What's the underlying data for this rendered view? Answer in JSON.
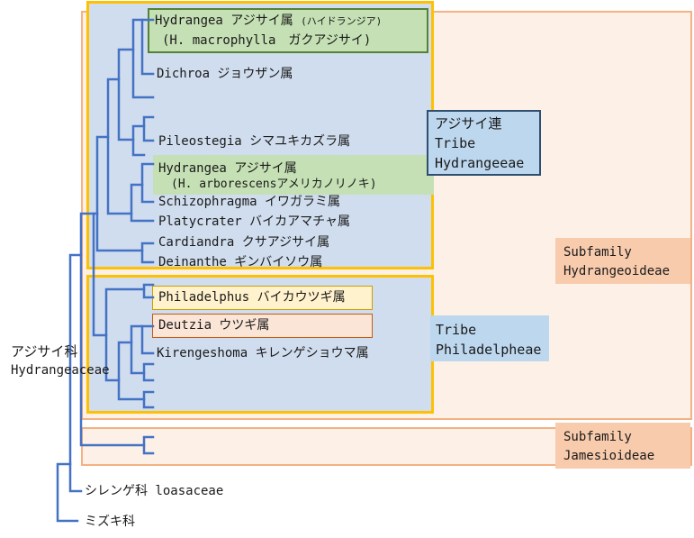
{
  "colors": {
    "branch": "#4472c4",
    "subfamily_border": "#f4b183",
    "subfamily_fill": "#fdf1e7",
    "tribe_border": "#ffc000",
    "tribe_fill": "#d0ddee",
    "label_green": "#c5e0b4",
    "label_green_border": "#548235",
    "label_yellow": "#fff2cc",
    "label_peach": "#fbe5d6",
    "tribe_tag": "#bdd7ee",
    "subfamily_tag": "#f8cbad"
  },
  "genera": {
    "hydrangea_1": {
      "name": "Hydrangea アジサイ属",
      "note": "(ハイドランジア)",
      "species": "(H. macrophylla　ガクアジサイ)"
    },
    "dichroa": "Dichroa ジョウザン属",
    "pileostegia": "Pileostegia シマユキカズラ属",
    "hydrangea_2": {
      "name": "Hydrangea アジサイ属",
      "species": "(H. arborescensアメリカノリノキ)"
    },
    "schizophragma": "Schizophragma イワガラミ属",
    "platycrater": "Platycrater バイカアマチャ属",
    "cardiandra": "Cardiandra クサアジサイ属",
    "deinanthe": "Deinanthe ギンバイソウ属",
    "philadelphus": "Philadelphus バイカウツギ属",
    "deutzia": "Deutzia ウツギ属",
    "kirengeshoma": "Kirengeshoma キレンゲショウマ属"
  },
  "groups": {
    "tribe_hydrangeeae": {
      "line1": "アジサイ連",
      "line2": "Tribe",
      "line3": "Hydrangeeae"
    },
    "tribe_philadelpheae": {
      "line1": "Tribe",
      "line2": "Philadelpheae"
    },
    "subfamily_hydrangeoideae": {
      "line1": "Subfamily",
      "line2": "Hydrangeoideae"
    },
    "subfamily_jamesioideae": {
      "line1": "Subfamily",
      "line2": "Jamesioideae"
    }
  },
  "families": {
    "hydrangeaceae": {
      "line1": "アジサイ科",
      "line2": "Hydrangeaceae"
    },
    "loasaceae": "シレンゲ科 loasaceae",
    "cornaceae": "ミズキ科"
  }
}
